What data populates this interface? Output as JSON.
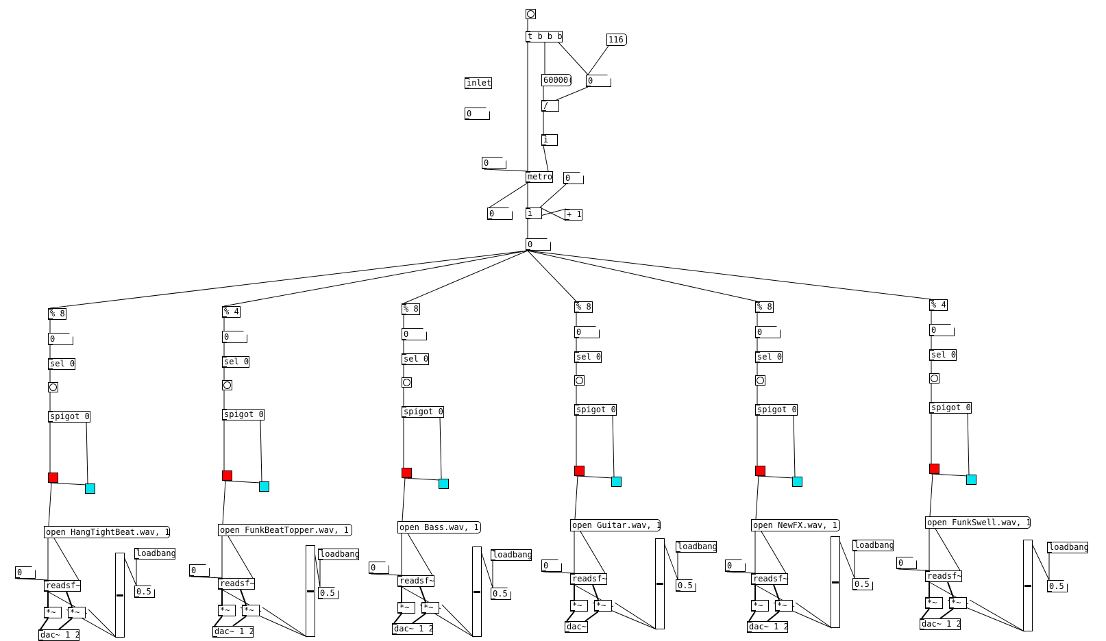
{
  "colors": {
    "stop_toggle": "#ff0000",
    "play_toggle": "#00e5ee",
    "wire": "#000000"
  },
  "inlet": {
    "label": "inlet",
    "number": "0"
  },
  "clock": {
    "trigger": "t b b b",
    "tempo": "116",
    "ms_per_minute": "60000(",
    "tempo_store": "0",
    "divide": "/",
    "int_a": "i",
    "metro_number": "0",
    "metro": "metro",
    "reset_number": "0",
    "stop_number": "0",
    "counter_int": "i",
    "increment": "+ 1",
    "counter_out": "0"
  },
  "tracks": [
    {
      "mod": "% 8",
      "num": "0",
      "sel": "sel 0",
      "spigot": "spigot 0",
      "open_msg": "open HangTightBeat.wav, 1",
      "readsf": "readsf~",
      "loadbang": "loadbang",
      "gain": "0.5",
      "start_num": "0",
      "mul_l": "*~",
      "mul_r": "*~",
      "dac": "dac~ 1 2",
      "slider_value": 0.5
    },
    {
      "mod": "% 4",
      "num": "0",
      "sel": "sel 0",
      "spigot": "spigot 0",
      "open_msg": "open FunkBeatTopper.wav, 1",
      "readsf": "readsf~",
      "loadbang": "loadbang",
      "gain": "0.5",
      "start_num": "0",
      "mul_l": "*~",
      "mul_r": "*~",
      "dac": "dac~ 1 2",
      "slider_value": 0.5
    },
    {
      "mod": "% 8",
      "num": "0",
      "sel": "sel 0",
      "spigot": "spigot 0",
      "open_msg": "open Bass.wav, 1",
      "readsf": "readsf~",
      "loadbang": "loadbang",
      "gain": "0.5",
      "start_num": "0",
      "mul_l": "*~",
      "mul_r": "*~",
      "dac": "dac~ 1 2",
      "slider_value": 0.5
    },
    {
      "mod": "% 8",
      "num": "0",
      "sel": "sel 0",
      "spigot": "spigot 0",
      "open_msg": "open Guitar.wav, 1",
      "readsf": "readsf~",
      "loadbang": "loadbang",
      "gain": "0.5",
      "start_num": "0",
      "mul_l": "*~",
      "mul_r": "*~",
      "dac": "dac~",
      "slider_value": 0.5
    },
    {
      "mod": "% 8",
      "num": "0",
      "sel": "sel 0",
      "spigot": "spigot 0",
      "open_msg": "open NewFX.wav, 1",
      "readsf": "readsf~",
      "loadbang": "loadbang",
      "gain": "0.5",
      "start_num": "0",
      "mul_l": "*~",
      "mul_r": "*~",
      "dac": "dac~ 1 2",
      "slider_value": 0.5
    },
    {
      "mod": "% 4",
      "num": "0",
      "sel": "sel 0",
      "spigot": "spigot 0",
      "open_msg": "open FunkSwell.wav, 1",
      "readsf": "readsf~",
      "loadbang": "loadbang",
      "gain": "0.5",
      "start_num": "0",
      "mul_l": "*~",
      "mul_r": "*~",
      "dac": "dac~ 1 2",
      "slider_value": 0.5
    }
  ]
}
